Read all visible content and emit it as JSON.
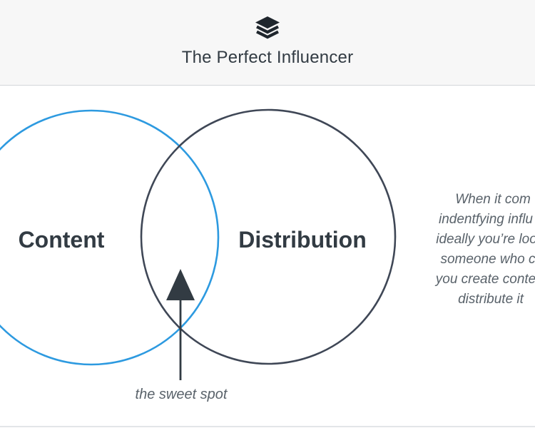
{
  "header": {
    "logo_icon": "layers-stack-icon",
    "title": "The Perfect Influencer"
  },
  "diagram": {
    "circles": [
      {
        "label": "Content",
        "color": "#2d9ae0"
      },
      {
        "label": "Distribution",
        "color": "#3f4756"
      }
    ],
    "overlap_icon": "arrow-up-icon",
    "overlap_callout": "the sweet spot"
  },
  "side_note": {
    "lines": [
      "When it com",
      "indentfying influ",
      "ideally you’re loo",
      "someone who c",
      "you create conte",
      "distribute it"
    ]
  },
  "colors": {
    "text_dark": "#323b43",
    "text_muted": "#59626a",
    "header_bg": "#f7f7f7",
    "content_circle": "#2d9ae0",
    "distribution_circle": "#3f4756"
  }
}
